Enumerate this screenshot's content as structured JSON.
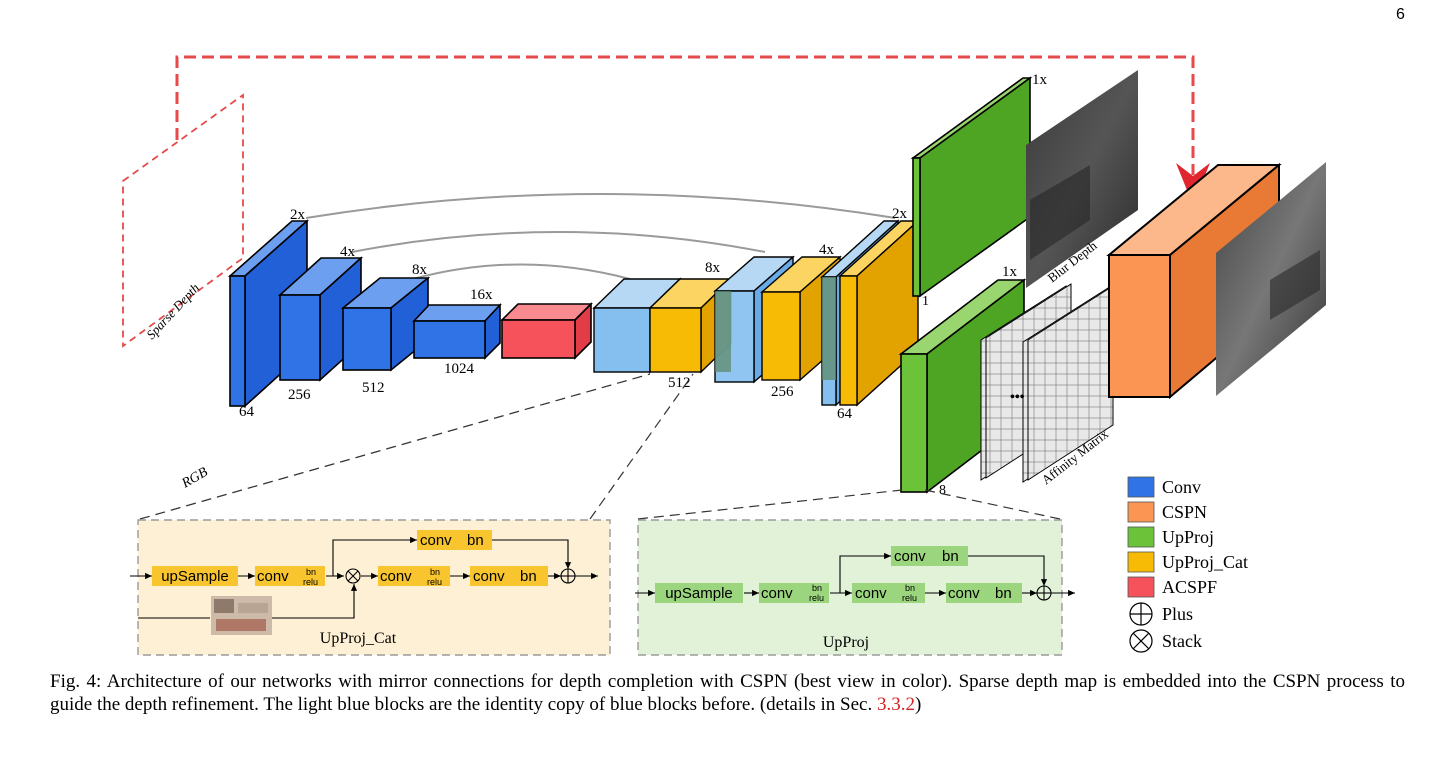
{
  "page_number": "6",
  "encoder": {
    "scale_labels": [
      "2x",
      "4x",
      "8x",
      "16x"
    ],
    "channel_labels": [
      "64",
      "256",
      "512",
      "1024"
    ],
    "input_labels": {
      "sparse": "Sparse Depth",
      "rgb": "RGB"
    }
  },
  "decoder": {
    "scale_labels": [
      "8x",
      "4x",
      "2x"
    ],
    "channel_labels": [
      "512",
      "256",
      "64"
    ]
  },
  "heads": {
    "blur_scale": "1x",
    "blur_channels": "1",
    "affinity_scale": "1x",
    "affinity_channels": "8",
    "blur_label": "Blur Depth",
    "affinity_label": "Affinity Matrix",
    "ellipsis": "•••"
  },
  "upproj_cat": {
    "title": "UpProj_Cat",
    "upsample": "upSample",
    "conv": "conv",
    "bn": "bn",
    "relu": "relu"
  },
  "upproj": {
    "title": "UpProj",
    "upsample": "upSample",
    "conv": "conv",
    "bn": "bn",
    "relu": "relu"
  },
  "legend": [
    {
      "label": "Conv",
      "color": "#2f73e6"
    },
    {
      "label": "CSPN",
      "color": "#fb9553"
    },
    {
      "label": "UpProj",
      "color": "#6cc33a"
    },
    {
      "label": "UpProj_Cat",
      "color": "#f8bb05"
    },
    {
      "label": "ACSPF",
      "color": "#f5525c"
    },
    {
      "label": "Plus",
      "symbol": "circle-plus"
    },
    {
      "label": "Stack",
      "symbol": "circle-times"
    }
  ],
  "caption": {
    "prefix": "Fig. 4: Architecture of our networks with mirror connections for depth completion with CSPN (best view in color). Sparse depth map is embedded into the CSPN process to guide the depth refinement. The light blue blocks are the identity copy of blue blocks before. (details in Sec. ",
    "ref": "3.3.2",
    "suffix": ")"
  }
}
